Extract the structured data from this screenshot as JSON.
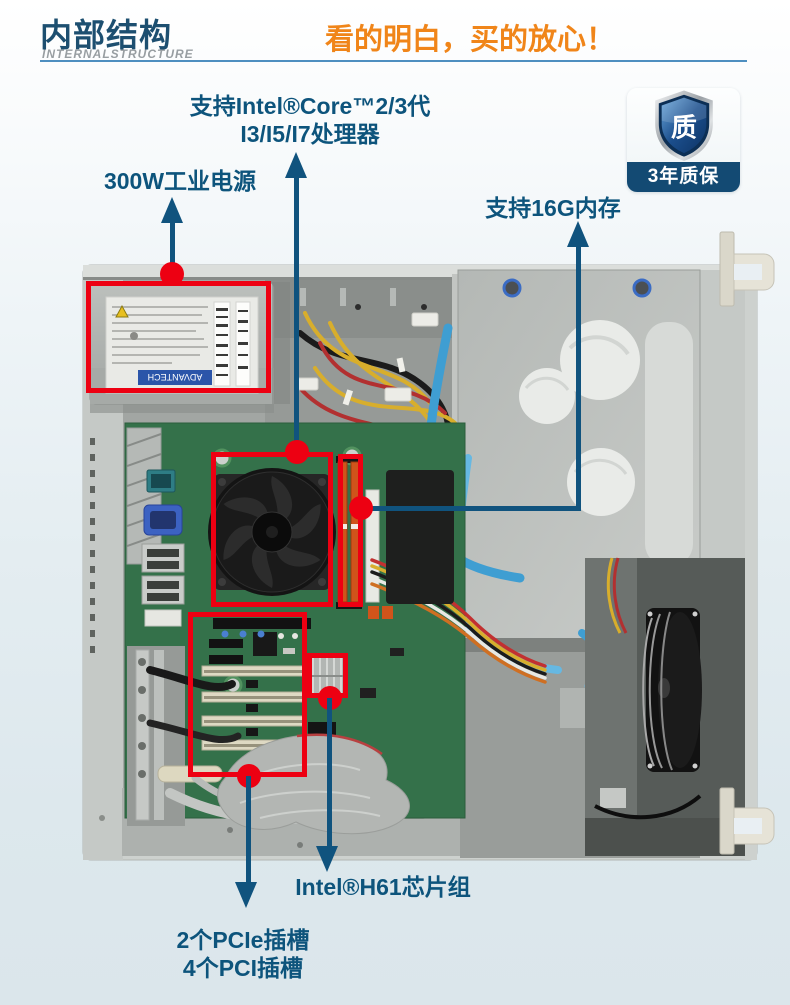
{
  "header": {
    "title": "内部结构",
    "subtitle": "INTERNALSTRUCTURE",
    "slogan": "看的明白，买的放心！"
  },
  "warranty_badge": {
    "shield_text": "质",
    "label": "3年质保"
  },
  "callouts": {
    "psu": "300W工业电源",
    "cpu_line1": "支持Intel®Core™2/3代",
    "cpu_line2": "I3/I5/I7处理器",
    "memory": "支持16G内存",
    "chipset": "Intel®H61芯片组",
    "pci_line1": "2个PCIe插槽",
    "pci_line2": "4个PCI插槽"
  },
  "photo": {
    "psu_brand": "ADVANTECH"
  },
  "colors": {
    "accent_blue": "#10537e",
    "label_blue": "#0d547c",
    "highlight_red": "#ed0012",
    "slogan_orange": "#f08519",
    "title_navy": "#1d4f70",
    "badge_navy": "#134a73"
  }
}
